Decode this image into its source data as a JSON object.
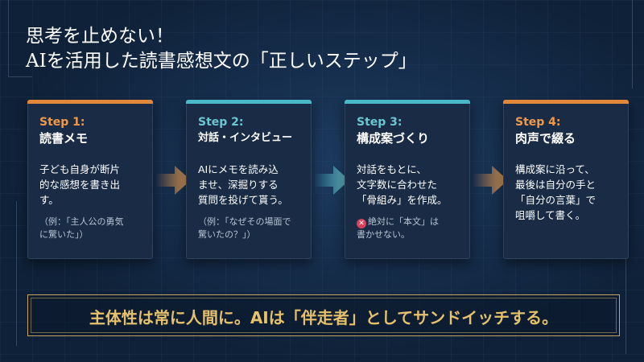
{
  "title": {
    "line1": "思考を止めない！",
    "line2": "AIを活用した読書感想文の「正しいステップ」"
  },
  "steps": [
    {
      "step": "Step 1:",
      "heading": "読書メモ",
      "body": "子ども自身が断片\n的な感想を書き出\nす。",
      "note": "（例：「主人公の勇気\nに驚いた」）",
      "accent": "#e3873a"
    },
    {
      "step": "Step 2:",
      "heading": "対話・インタビュー",
      "body": "AIにメモを読み込\nませ、深掘りする\n質問を投げて貰う。",
      "note": "（例：「なぜその場面で\n驚いたの？」）",
      "accent": "#4ab8c6"
    },
    {
      "step": "Step 3:",
      "heading": "構成案づくり",
      "body": "対話をもとに、\n文字数に合わせた\n「骨組み」を作成。",
      "note": "絶対に「本文」は\n書かせない。",
      "note_icon": "cross-circle-icon",
      "accent": "#4ab8c6"
    },
    {
      "step": "Step 4:",
      "heading": "肉声で綴る",
      "body": "構成案に沿って、\n最後は自分の手と\n「自分の言葉」で\n咀嚼して書く。",
      "note": "",
      "accent": "#e3873a"
    }
  ],
  "banner": {
    "text": "主体性は常に人間に。AIは「伴走者」としてサンドイッチする。",
    "color": "#e6c16b"
  }
}
